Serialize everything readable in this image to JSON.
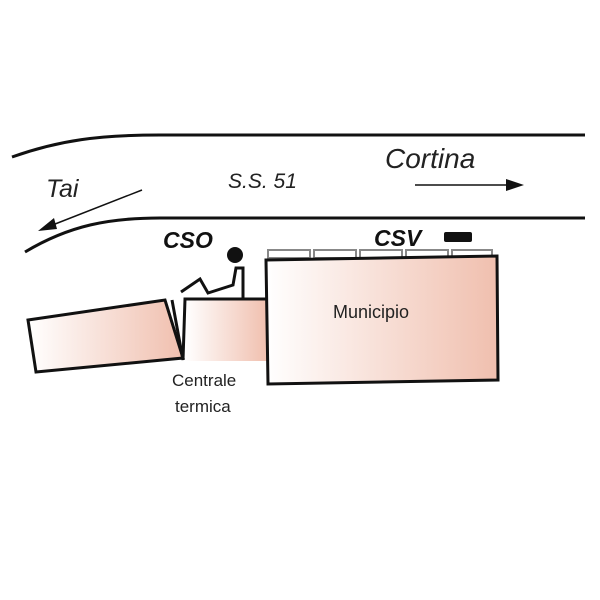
{
  "road": {
    "name": "S.S. 51",
    "west_label": "Tai",
    "east_label": "Cortina"
  },
  "buildings": {
    "municipio": "Municipio",
    "centrale_line1": "Centrale",
    "centrale_line2": "termica"
  },
  "stations": {
    "cso": "CSO",
    "csv": "CSV"
  },
  "colors": {
    "fill": "#f2c4b4",
    "stroke": "#111111",
    "roof": "#888888"
  }
}
